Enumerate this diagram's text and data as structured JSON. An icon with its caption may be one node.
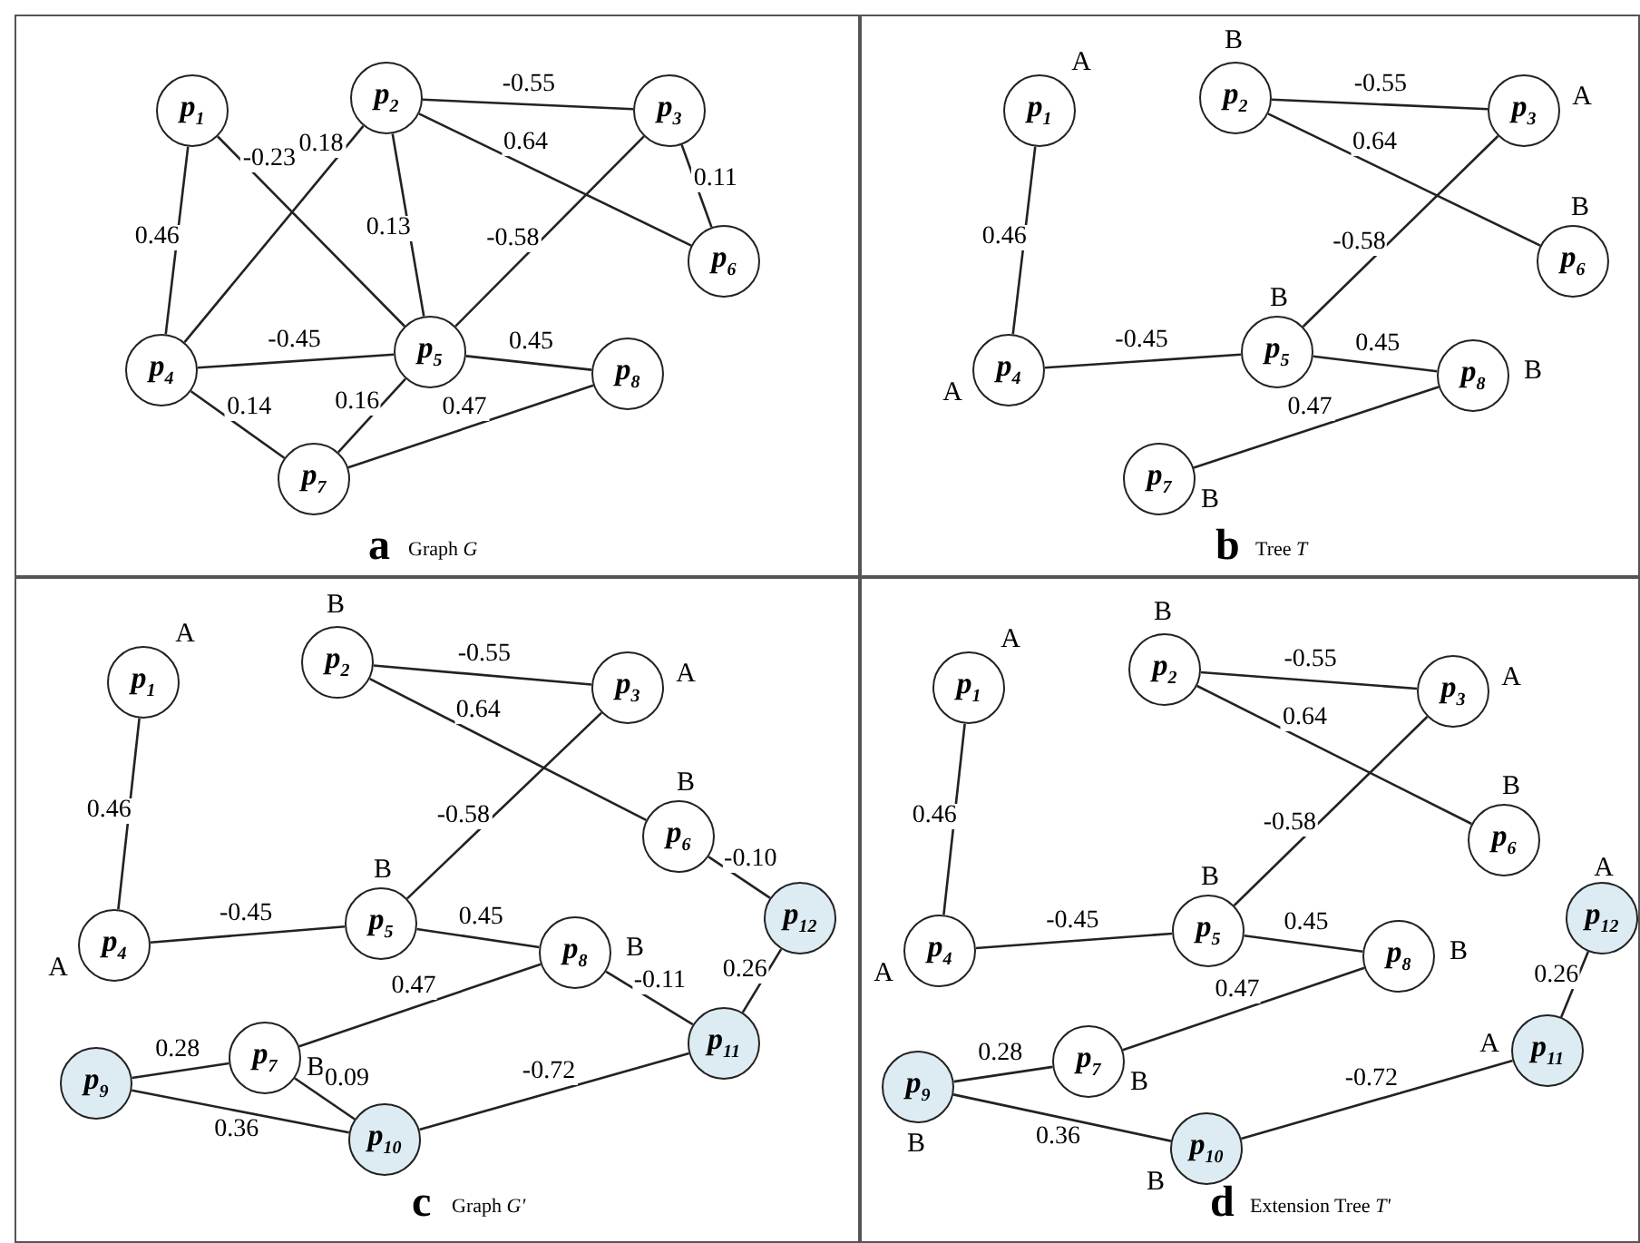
{
  "diagram": {
    "nodes": [
      {
        "text": [
          "a",
          "Graph *G*"
        ]
      },
      {
        "text": [
          "p$_{1}$"
        ],
        "in": 0
      },
      {
        "text": [
          "p$_{2}$"
        ],
        "in": 0
      },
      {
        "text": [
          "p$_{3}$"
        ],
        "in": 0
      },
      {
        "text": [
          "p$_{4}$"
        ],
        "in": 0
      },
      {
        "text": [
          "p$_{5}$"
        ],
        "in": 0
      },
      {
        "text": [
          "p$_{6}$"
        ],
        "in": 0
      },
      {
        "text": [
          "p$_{7}$"
        ],
        "in": 0
      },
      {
        "text": [
          "p$_{8}$"
        ],
        "in": 0
      },
      {
        "text": [
          "b",
          "Tree *T*"
        ]
      },
      {
        "text": [
          "p$_{1}$"
        ],
        "in": 9,
        "beside": [
          "A"
        ]
      },
      {
        "text": [
          "p$_{2}$"
        ],
        "in": 9,
        "beside": [
          "B"
        ]
      },
      {
        "text": [
          "p$_{3}$"
        ],
        "in": 9,
        "beside": [
          "A"
        ]
      },
      {
        "text": [
          "p$_{4}$"
        ],
        "in": 9,
        "beside": [
          "A"
        ]
      },
      {
        "text": [
          "p$_{5}$"
        ],
        "in": 9,
        "beside": [
          "B"
        ]
      },
      {
        "text": [
          "p$_{6}$"
        ],
        "in": 9,
        "beside": [
          "B"
        ]
      },
      {
        "text": [
          "p$_{7}$"
        ],
        "in": 9,
        "beside": [
          "B"
        ]
      },
      {
        "text": [
          "p$_{8}$"
        ],
        "in": 9,
        "beside": [
          "B"
        ]
      },
      {
        "text": [
          "c",
          "Graph *G'*"
        ]
      },
      {
        "text": [
          "p$_{1}$"
        ],
        "in": 18,
        "beside": [
          "A"
        ]
      },
      {
        "text": [
          "p$_{2}$"
        ],
        "in": 18,
        "beside": [
          "B"
        ]
      },
      {
        "text": [
          "p$_{3}$"
        ],
        "in": 18,
        "beside": [
          "A"
        ]
      },
      {
        "text": [
          "p$_{4}$"
        ],
        "in": 18,
        "beside": [
          "A"
        ]
      },
      {
        "text": [
          "p$_{5}$"
        ],
        "in": 18,
        "beside": [
          "B"
        ]
      },
      {
        "text": [
          "p$_{6}$"
        ],
        "in": 18,
        "beside": [
          "B"
        ]
      },
      {
        "text": [
          "p$_{7}$"
        ],
        "in": 18,
        "beside": [
          "B"
        ]
      },
      {
        "text": [
          "p$_{8}$"
        ],
        "in": 18,
        "beside": [
          "B"
        ]
      },
      {
        "text": [
          "p$_{9}$"
        ],
        "in": 18
      },
      {
        "text": [
          "p$_{10}$"
        ],
        "in": 18
      },
      {
        "text": [
          "p$_{11}$"
        ],
        "in": 18
      },
      {
        "text": [
          "p$_{12}$"
        ],
        "in": 18
      },
      {
        "text": [
          "d",
          "Extension Tree *T'*"
        ]
      },
      {
        "text": [
          "p$_{1}$"
        ],
        "in": 31,
        "beside": [
          "A"
        ]
      },
      {
        "text": [
          "p$_{2}$"
        ],
        "in": 31,
        "beside": [
          "B"
        ]
      },
      {
        "text": [
          "p$_{3}$"
        ],
        "in": 31,
        "beside": [
          "A"
        ]
      },
      {
        "text": [
          "p$_{4}$"
        ],
        "in": 31,
        "beside": [
          "A"
        ]
      },
      {
        "text": [
          "p$_{5}$"
        ],
        "in": 31,
        "beside": [
          "B"
        ]
      },
      {
        "text": [
          "p$_{6}$"
        ],
        "in": 31,
        "beside": [
          "B"
        ]
      },
      {
        "text": [
          "p$_{7}$"
        ],
        "in": 31,
        "beside": [
          "B"
        ]
      },
      {
        "text": [
          "p$_{8}$"
        ],
        "in": 31,
        "beside": [
          "B"
        ]
      },
      {
        "text": [
          "p$_{9}$"
        ],
        "in": 31,
        "beside": [
          "B"
        ]
      },
      {
        "text": [
          "p$_{10}$"
        ],
        "in": 31,
        "beside": [
          "B"
        ]
      },
      {
        "text": [
          "p$_{11}$"
        ],
        "in": 31,
        "beside": [
          "A"
        ]
      },
      {
        "text": [
          "p$_{12}$"
        ],
        "in": 31,
        "beside": [
          "A"
        ]
      }
    ],
    "edges": [
      {
        "from": 2,
        "to": 3,
        "arrow": "none",
        "label": "-0.55"
      },
      {
        "from": 1,
        "to": 4,
        "arrow": "none",
        "label": "0.46"
      },
      {
        "from": 2,
        "to": 4,
        "arrow": "none",
        "label": "0.18"
      },
      {
        "from": 1,
        "to": 5,
        "arrow": "none",
        "label": "-0.23"
      },
      {
        "from": 2,
        "to": 5,
        "arrow": "none",
        "label": "0.13"
      },
      {
        "from": 2,
        "to": 6,
        "arrow": "none",
        "label": "0.64"
      },
      {
        "from": 3,
        "to": 6,
        "arrow": "none",
        "label": "0.11"
      },
      {
        "from": 3,
        "to": 5,
        "arrow": "none",
        "label": "-0.58"
      },
      {
        "from": 4,
        "to": 5,
        "arrow": "none",
        "label": "-0.45"
      },
      {
        "from": 5,
        "to": 8,
        "arrow": "none",
        "label": "0.45"
      },
      {
        "from": 5,
        "to": 7,
        "arrow": "none",
        "label": "0.16"
      },
      {
        "from": 4,
        "to": 7,
        "arrow": "none",
        "label": "0.14"
      },
      {
        "from": 7,
        "to": 8,
        "arrow": "none",
        "label": "0.47"
      },
      {
        "from": 11,
        "to": 12,
        "arrow": "none",
        "label": "-0.55"
      },
      {
        "from": 10,
        "to": 13,
        "arrow": "none",
        "label": "0.46"
      },
      {
        "from": 11,
        "to": 15,
        "arrow": "none",
        "label": "0.64"
      },
      {
        "from": 12,
        "to": 14,
        "arrow": "none",
        "label": "-0.58"
      },
      {
        "from": 13,
        "to": 14,
        "arrow": "none",
        "label": "-0.45"
      },
      {
        "from": 14,
        "to": 17,
        "arrow": "none",
        "label": "0.45"
      },
      {
        "from": 16,
        "to": 17,
        "arrow": "none",
        "label": "0.47"
      },
      {
        "from": 20,
        "to": 21,
        "arrow": "none",
        "label": "-0.55"
      },
      {
        "from": 19,
        "to": 22,
        "arrow": "none",
        "label": "0.46"
      },
      {
        "from": 20,
        "to": 24,
        "arrow": "none",
        "label": "0.64"
      },
      {
        "from": 21,
        "to": 23,
        "arrow": "none",
        "label": "-0.58"
      },
      {
        "from": 22,
        "to": 23,
        "arrow": "none",
        "label": "-0.45"
      },
      {
        "from": 23,
        "to": 26,
        "arrow": "none",
        "label": "0.45"
      },
      {
        "from": 24,
        "to": 30,
        "arrow": "none",
        "label": "-0.10"
      },
      {
        "from": 26,
        "to": 29,
        "arrow": "none",
        "label": "-0.11"
      },
      {
        "from": 30,
        "to": 29,
        "arrow": "none",
        "label": "0.26"
      },
      {
        "from": 25,
        "to": 26,
        "arrow": "none",
        "label": "0.47"
      },
      {
        "from": 27,
        "to": 25,
        "arrow": "none",
        "label": "0.28"
      },
      {
        "from": 25,
        "to": 28,
        "arrow": "none",
        "label": "0.09"
      },
      {
        "from": 27,
        "to": 28,
        "arrow": "none",
        "label": "0.36"
      },
      {
        "from": 28,
        "to": 29,
        "arrow": "none",
        "label": "-0.72"
      },
      {
        "from": 33,
        "to": 34,
        "arrow": "none",
        "label": "-0.55"
      },
      {
        "from": 32,
        "to": 35,
        "arrow": "none",
        "label": "0.46"
      },
      {
        "from": 33,
        "to": 37,
        "arrow": "none",
        "label": "0.64"
      },
      {
        "from": 34,
        "to": 36,
        "arrow": "none",
        "label": "-0.58"
      },
      {
        "from": 35,
        "to": 36,
        "arrow": "none",
        "label": "-0.45"
      },
      {
        "from": 36,
        "to": 39,
        "arrow": "none",
        "label": "0.45"
      },
      {
        "from": 38,
        "to": 39,
        "arrow": "none",
        "label": "0.47"
      },
      {
        "from": 40,
        "to": 38,
        "arrow": "none",
        "label": "0.28"
      },
      {
        "from": 40,
        "to": 41,
        "arrow": "none",
        "label": "0.36"
      },
      {
        "from": 41,
        "to": 42,
        "arrow": "none",
        "label": "-0.72"
      },
      {
        "from": 42,
        "to": 43,
        "arrow": "none",
        "label": "0.26"
      }
    ]
  }
}
